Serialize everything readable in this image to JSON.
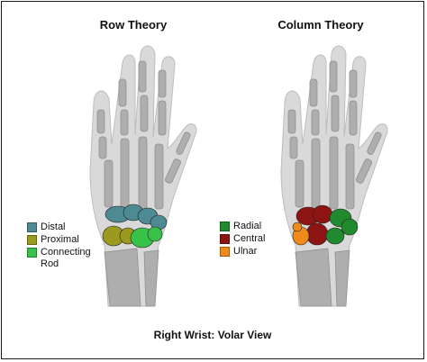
{
  "titles": {
    "left": "Row Theory",
    "right": "Column Theory",
    "caption": "Right Wrist: Volar View"
  },
  "legend_left": [
    {
      "label": "Distal",
      "color": "#4d8a93"
    },
    {
      "label": "Proximal",
      "color": "#9a9a1f"
    },
    {
      "label": "Connecting Rod",
      "color": "#38c24a"
    }
  ],
  "legend_right": [
    {
      "label": "Radial",
      "color": "#1f8a2e"
    },
    {
      "label": "Central",
      "color": "#8e1414"
    },
    {
      "label": "Ulnar",
      "color": "#f08a1a"
    }
  ],
  "bone_color": "#c8c8c8"
}
